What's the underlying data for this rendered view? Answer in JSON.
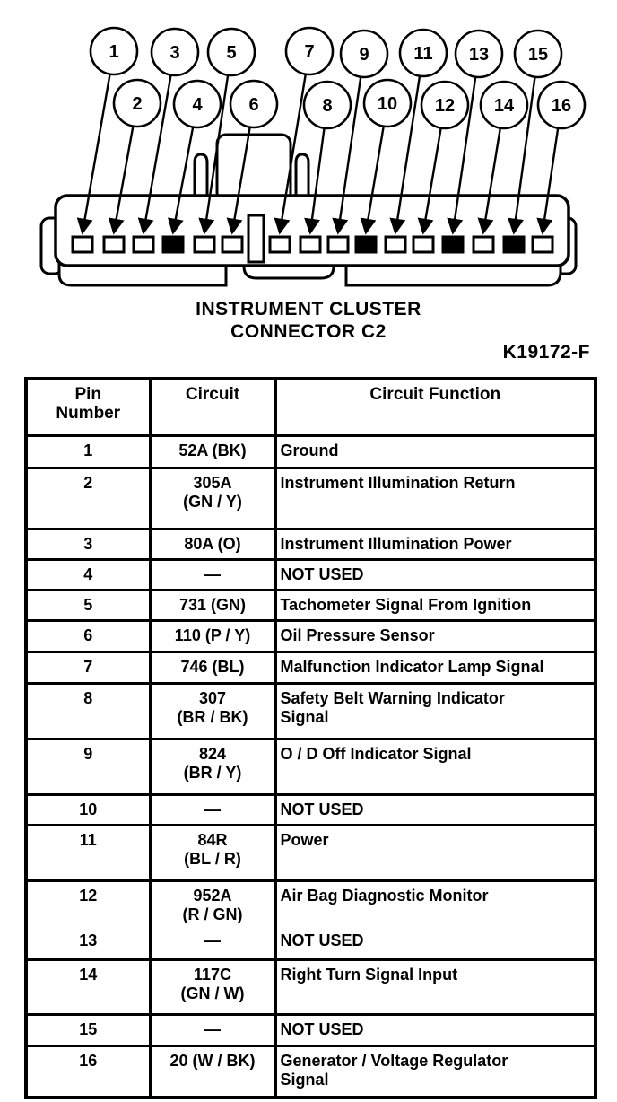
{
  "figure": {
    "caption_line1": "INSTRUMENT CLUSTER",
    "caption_line2": "CONNECTOR C2",
    "figure_code": "K19172-F"
  },
  "colors": {
    "ink": "#000000",
    "paper": "#ffffff"
  },
  "connector": {
    "pins": [
      {
        "label": "1",
        "fill": "#ffffff"
      },
      {
        "label": "2",
        "fill": "#ffffff"
      },
      {
        "label": "3",
        "fill": "#ffffff"
      },
      {
        "label": "4",
        "fill": "#000000"
      },
      {
        "label": "5",
        "fill": "#ffffff"
      },
      {
        "label": "6",
        "fill": "#ffffff"
      },
      {
        "label": "7",
        "fill": "#ffffff"
      },
      {
        "label": "8",
        "fill": "#ffffff"
      },
      {
        "label": "9",
        "fill": "#ffffff"
      },
      {
        "label": "10",
        "fill": "#000000"
      },
      {
        "label": "11",
        "fill": "#ffffff"
      },
      {
        "label": "12",
        "fill": "#ffffff"
      },
      {
        "label": "13",
        "fill": "#000000"
      },
      {
        "label": "14",
        "fill": "#ffffff"
      },
      {
        "label": "15",
        "fill": "#000000"
      },
      {
        "label": "16",
        "fill": "#ffffff"
      }
    ]
  },
  "table": {
    "headers": {
      "pin": "Pin\nNumber",
      "circuit": "Circuit",
      "function": "Circuit Function"
    },
    "rows": [
      {
        "pin": "1",
        "circuit": "52A (BK)",
        "function": "Ground"
      },
      {
        "pin": "2",
        "circuit": "305A\n(GN / Y)",
        "function": "Instrument Illumination Return"
      },
      {
        "pin": "3",
        "circuit": "80A (O)",
        "function": "Instrument Illumination Power"
      },
      {
        "pin": "4",
        "circuit": "—",
        "function": "NOT USED"
      },
      {
        "pin": "5",
        "circuit": "731 (GN)",
        "function": "Tachometer Signal From Ignition"
      },
      {
        "pin": "6",
        "circuit": "110 (P / Y)",
        "function": "Oil Pressure Sensor"
      },
      {
        "pin": "7",
        "circuit": "746 (BL)",
        "function": "Malfunction Indicator Lamp Signal"
      },
      {
        "pin": "8",
        "circuit": "307\n(BR / BK)",
        "function": "Safety Belt Warning Indicator\nSignal"
      },
      {
        "pin": "9",
        "circuit": "824\n(BR / Y)",
        "function": "O / D Off Indicator Signal"
      },
      {
        "pin": "10",
        "circuit": "—",
        "function": "NOT USED"
      },
      {
        "pin": "11",
        "circuit": "84R\n(BL / R)",
        "function": "Power"
      },
      {
        "pin": "12",
        "circuit": "952A\n(R / GN)",
        "function": "Air Bag Diagnostic Monitor"
      },
      {
        "pin": "13",
        "circuit": "—",
        "function": "NOT USED"
      },
      {
        "pin": "14",
        "circuit": "117C\n(GN / W)",
        "function": "Right Turn Signal Input"
      },
      {
        "pin": "15",
        "circuit": "—",
        "function": "NOT USED"
      },
      {
        "pin": "16",
        "circuit": "20 (W / BK)",
        "function": "Generator / Voltage Regulator\nSignal"
      }
    ]
  }
}
